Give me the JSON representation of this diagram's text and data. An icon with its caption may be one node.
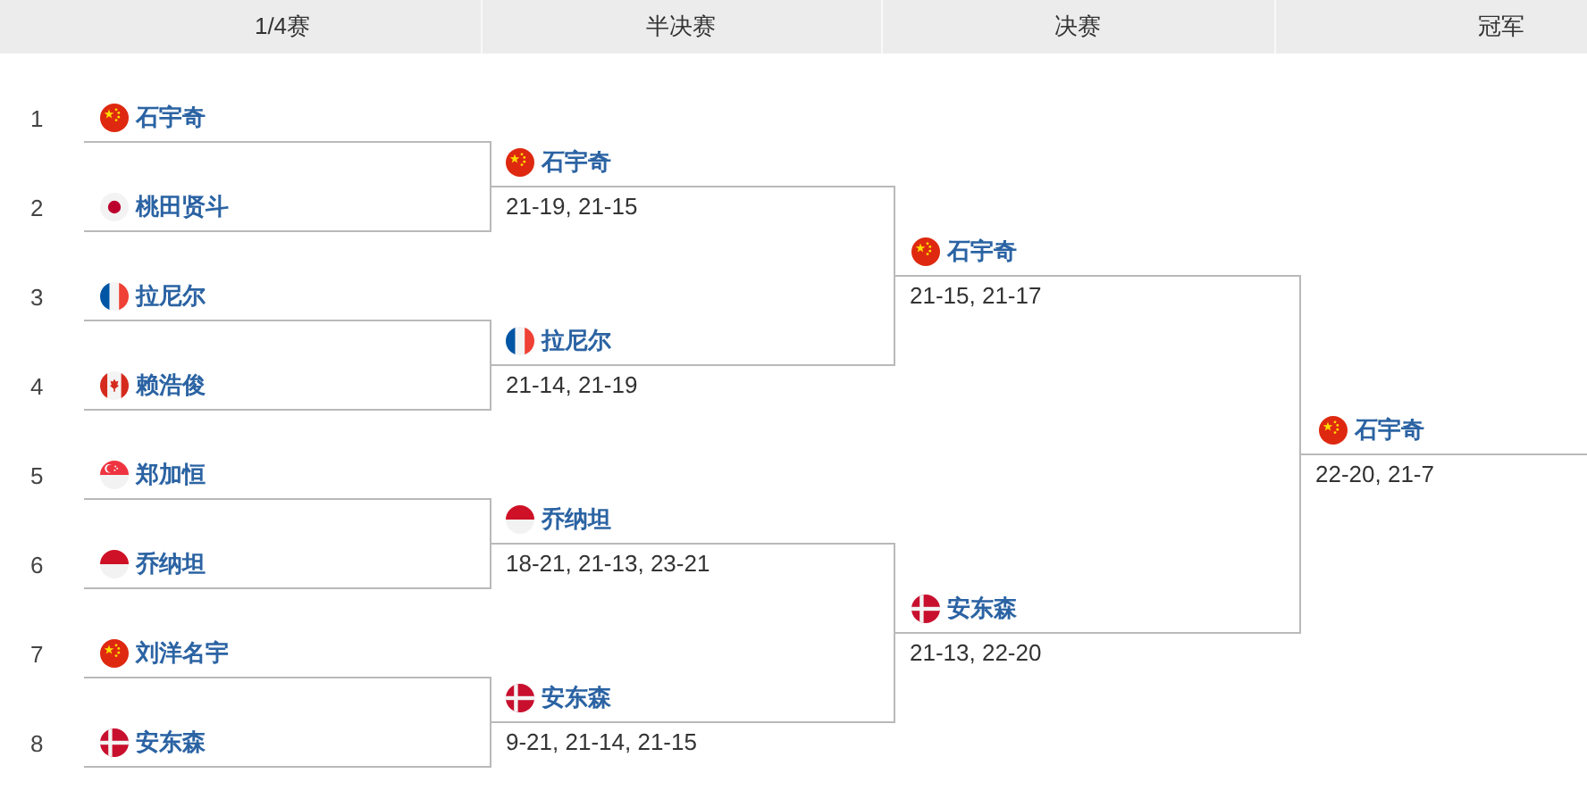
{
  "diagram": {
    "nodes": [
      {
        "text": [
          "石宇奇"
        ],
        "beside": [
          "1"
        ]
      },
      {
        "text": [
          "桃田贤斗"
        ],
        "beside": [
          "2"
        ]
      },
      {
        "text": [
          "拉尼尔"
        ],
        "beside": [
          "3"
        ]
      },
      {
        "text": [
          "赖浩俊"
        ],
        "beside": [
          "4"
        ]
      },
      {
        "text": [
          "郑加恒"
        ],
        "beside": [
          "5"
        ]
      },
      {
        "text": [
          "乔纳坦"
        ],
        "beside": [
          "6"
        ]
      },
      {
        "text": [
          "刘洋名宇"
        ],
        "beside": [
          "7"
        ]
      },
      {
        "text": [
          "安东森"
        ],
        "beside": [
          "8"
        ]
      },
      {
        "text": [
          "石宇奇"
        ],
        "beside": [
          "21-19, 21-15"
        ]
      },
      {
        "text": [
          "拉尼尔"
        ],
        "beside": [
          "21-14, 21-19"
        ]
      },
      {
        "text": [
          "乔纳坦"
        ],
        "beside": [
          "18-21, 21-13, 23-21"
        ]
      },
      {
        "text": [
          "安东森"
        ],
        "beside": [
          "9-21, 21-14, 21-15"
        ]
      },
      {
        "text": [
          "石宇奇"
        ],
        "beside": [
          "21-15, 21-17"
        ]
      },
      {
        "text": [
          "安东森"
        ],
        "beside": [
          "21-13, 22-20"
        ]
      },
      {
        "text": [
          "石宇奇"
        ],
        "beside": [
          "22-20, 21-7"
        ]
      }
    ],
    "edges": [
      {
        "from": 0,
        "to": 8,
        "arrow": "none"
      },
      {
        "from": 1,
        "to": 8,
        "arrow": "none"
      },
      {
        "from": 2,
        "to": 9,
        "arrow": "none"
      },
      {
        "from": 3,
        "to": 9,
        "arrow": "none"
      },
      {
        "from": 4,
        "to": 10,
        "arrow": "none"
      },
      {
        "from": 5,
        "to": 10,
        "arrow": "none"
      },
      {
        "from": 6,
        "to": 11,
        "arrow": "none"
      },
      {
        "from": 7,
        "to": 11,
        "arrow": "none"
      },
      {
        "from": 8,
        "to": 12,
        "arrow": "none"
      },
      {
        "from": 9,
        "to": 12,
        "arrow": "none"
      },
      {
        "from": 10,
        "to": 13,
        "arrow": "none"
      },
      {
        "from": 11,
        "to": 13,
        "arrow": "none"
      },
      {
        "from": 12,
        "to": 14,
        "arrow": "none"
      },
      {
        "from": 13,
        "to": 14,
        "arrow": "none"
      }
    ],
    "labels": [
      "1/4赛",
      "半决赛",
      "决赛",
      "冠军"
    ]
  }
}
